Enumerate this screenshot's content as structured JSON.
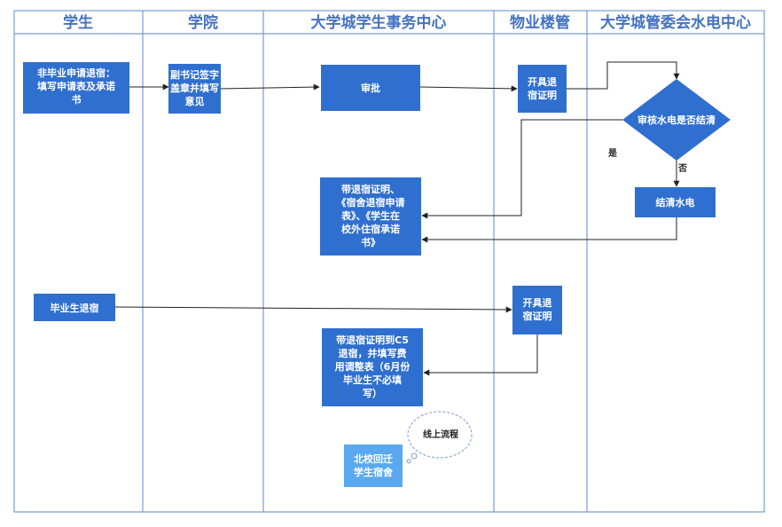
{
  "colors": {
    "header_text": "#4472c4",
    "lane_border": "#7a9bd0",
    "box_fill": "#2f6fcf",
    "box_fill_light": "#5aa9f0",
    "arrow": "#222222",
    "callout_border": "#7a9bd0"
  },
  "lanes": [
    {
      "id": "student",
      "title": "学生"
    },
    {
      "id": "college",
      "title": "学院"
    },
    {
      "id": "affairs",
      "title": "大学城学生事务中心"
    },
    {
      "id": "property",
      "title": "物业楼管"
    },
    {
      "id": "utility",
      "title": "大学城管委会水电中心"
    }
  ],
  "nodes": {
    "n1": {
      "lines": [
        "非毕业申请退宿：",
        "填写申请表及承诺",
        "书"
      ]
    },
    "n2": {
      "lines": [
        "副书记签字",
        "盖章并填写",
        "意见"
      ]
    },
    "n3": {
      "lines": [
        "审批"
      ]
    },
    "n4": {
      "lines": [
        "开具退",
        "宿证明"
      ]
    },
    "n5": {
      "lines": [
        "审核水电是否结清"
      ]
    },
    "n6": {
      "lines": [
        "结清水电"
      ]
    },
    "n7": {
      "lines": [
        "带退宿证明、",
        "《宿舍退宿申请",
        "表》、《学生在",
        "校外住宿承诺",
        "书》"
      ]
    },
    "n8": {
      "lines": [
        "毕业生退宿"
      ]
    },
    "n9": {
      "lines": [
        "开具退",
        "宿证明"
      ]
    },
    "n10": {
      "lines": [
        "带退宿证明到C5",
        "退宿，并填写费",
        "用调整表（6月份",
        "毕业生不必填",
        "写）"
      ]
    },
    "n11": {
      "lines": [
        "北校回迁",
        "学生宿舍"
      ]
    }
  },
  "labels": {
    "yes": "是",
    "no": "否",
    "callout": "线上流程"
  }
}
